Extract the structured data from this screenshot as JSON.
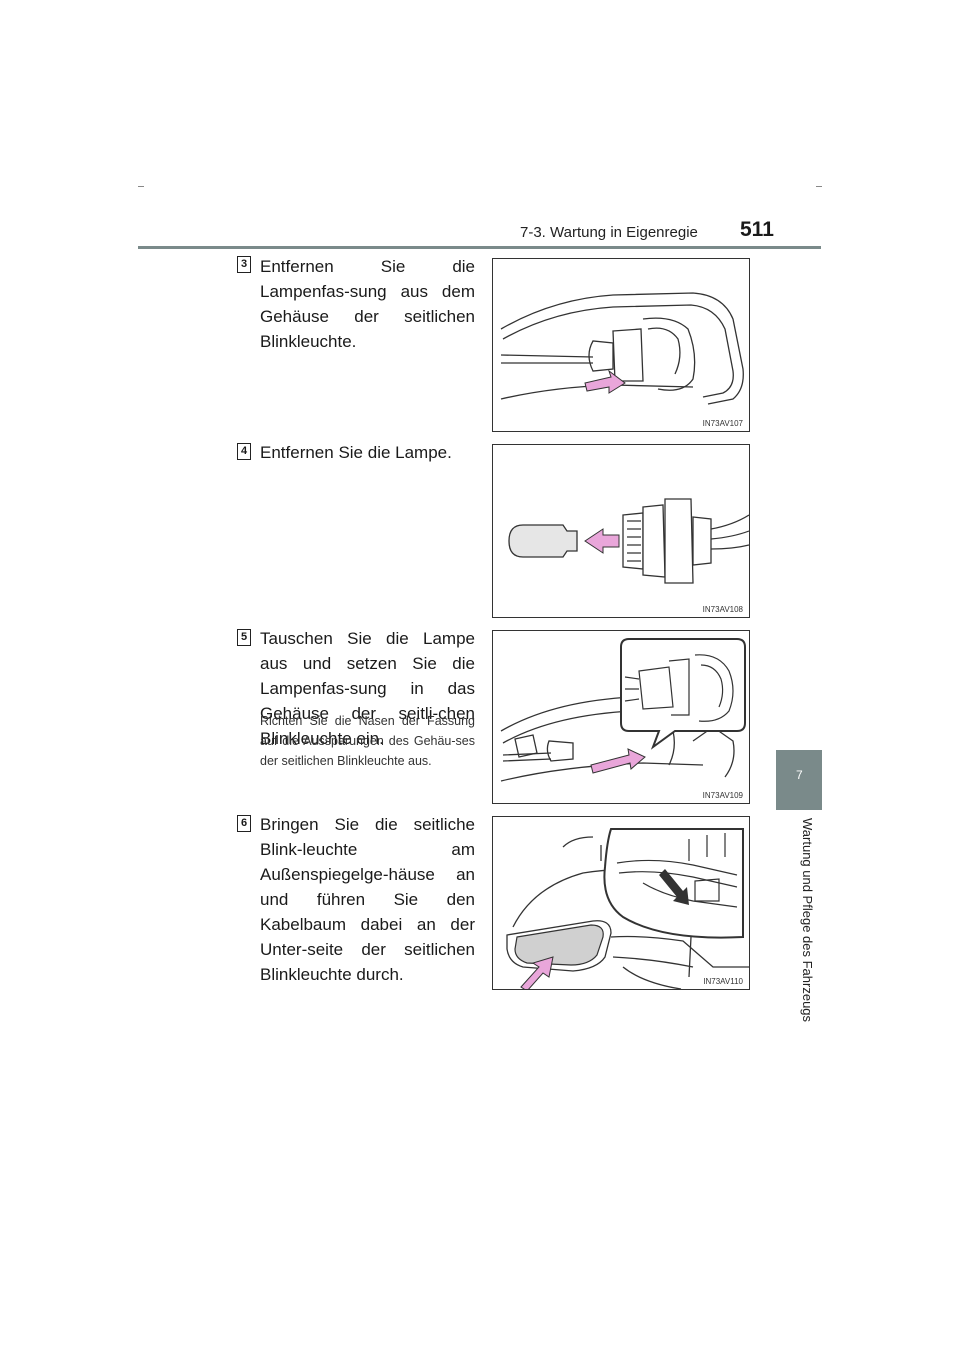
{
  "header": {
    "section": "7-3. Wartung in Eigenregie",
    "page_number": "511"
  },
  "side_tab": {
    "chapter": "7",
    "title": "Wartung und Pflege des Fahrzeugs"
  },
  "steps": [
    {
      "number": "3",
      "text": "Entfernen Sie die Lampenfas-sung aus dem Gehäuse der seitlichen Blinkleuchte.",
      "figure_code": "IN73AV107"
    },
    {
      "number": "4",
      "text": "Entfernen Sie die Lampe.",
      "figure_code": "IN73AV108"
    },
    {
      "number": "5",
      "text": "Tauschen Sie die Lampe aus und setzen Sie die Lampenfas-sung in das Gehäuse der seitli-chen Blinkleuchte ein.",
      "note": "Richten Sie die Nasen der Fassung auf die Aussparungen des Gehäu-ses der seitlichen Blinkleuchte aus.",
      "figure_code": "IN73AV109"
    },
    {
      "number": "6",
      "text": "Bringen Sie die seitliche Blink-leuchte am Außenspiegelge-häuse an und führen Sie den Kabelbaum dabei an der Unter-seite der seitlichen Blinkleuchte durch.",
      "figure_code": "IN73AV110"
    }
  ],
  "colors": {
    "accent_gray": "#7a8a8a",
    "arrow_pink": "#e9a6da"
  }
}
